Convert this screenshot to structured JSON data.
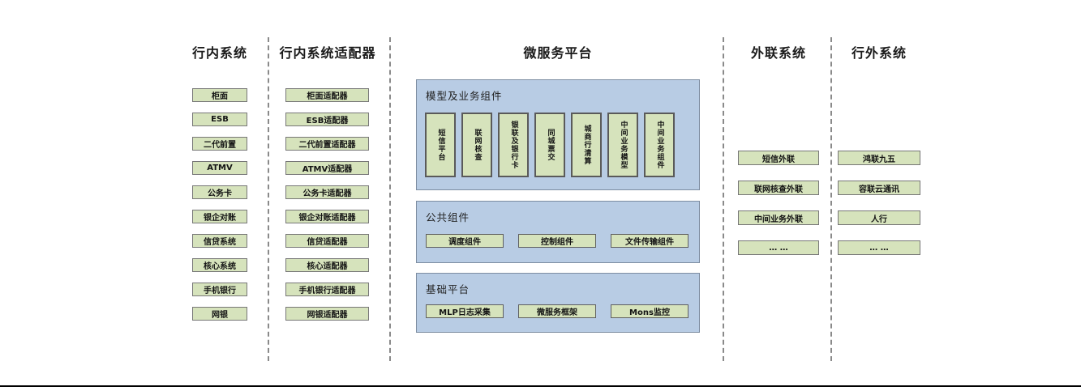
{
  "colors": {
    "green_fill": "#d6e3bc",
    "green_border": "#777777",
    "blue_fill": "#b8cce4",
    "blue_border": "#7d8da1",
    "dash_line": "#8a8a8a",
    "bottom_rule": "#000000"
  },
  "lanes": {
    "internal": {
      "title": "行内系统",
      "items": [
        "柜面",
        "ESB",
        "二代前置",
        "ATMV",
        "公务卡",
        "银企对账",
        "信贷系统",
        "核心系统",
        "手机银行",
        "网银"
      ]
    },
    "adapter": {
      "title": "行内系统适配器",
      "items": [
        "柜面适配器",
        "ESB适配器",
        "二代前置适配器",
        "ATMV适配器",
        "公务卡适配器",
        "银企对账适配器",
        "信贷适配器",
        "核心适配器",
        "手机银行适配器",
        "网银适配器"
      ]
    },
    "platform": {
      "title": "微服务平台",
      "model_group": {
        "title": "模型及业务组件",
        "items": [
          "短信平台",
          "联网核查",
          "银联及银行卡",
          "同城票交",
          "城商行清算",
          "中间业务模型",
          "中间业务组件"
        ]
      },
      "common_group": {
        "title": "公共组件",
        "items": [
          "调度组件",
          "控制组件",
          "文件传输组件"
        ]
      },
      "base_group": {
        "title": "基础平台",
        "items": [
          "MLP日志采集",
          "微服务框架",
          "Mons监控"
        ]
      }
    },
    "outreach": {
      "title": "外联系统",
      "items": [
        "短信外联",
        "联网核查外联",
        "中间业务外联",
        "… …"
      ]
    },
    "external": {
      "title": "行外系统",
      "items": [
        "鸿联九五",
        "容联云通讯",
        "人行",
        "… …"
      ]
    }
  }
}
